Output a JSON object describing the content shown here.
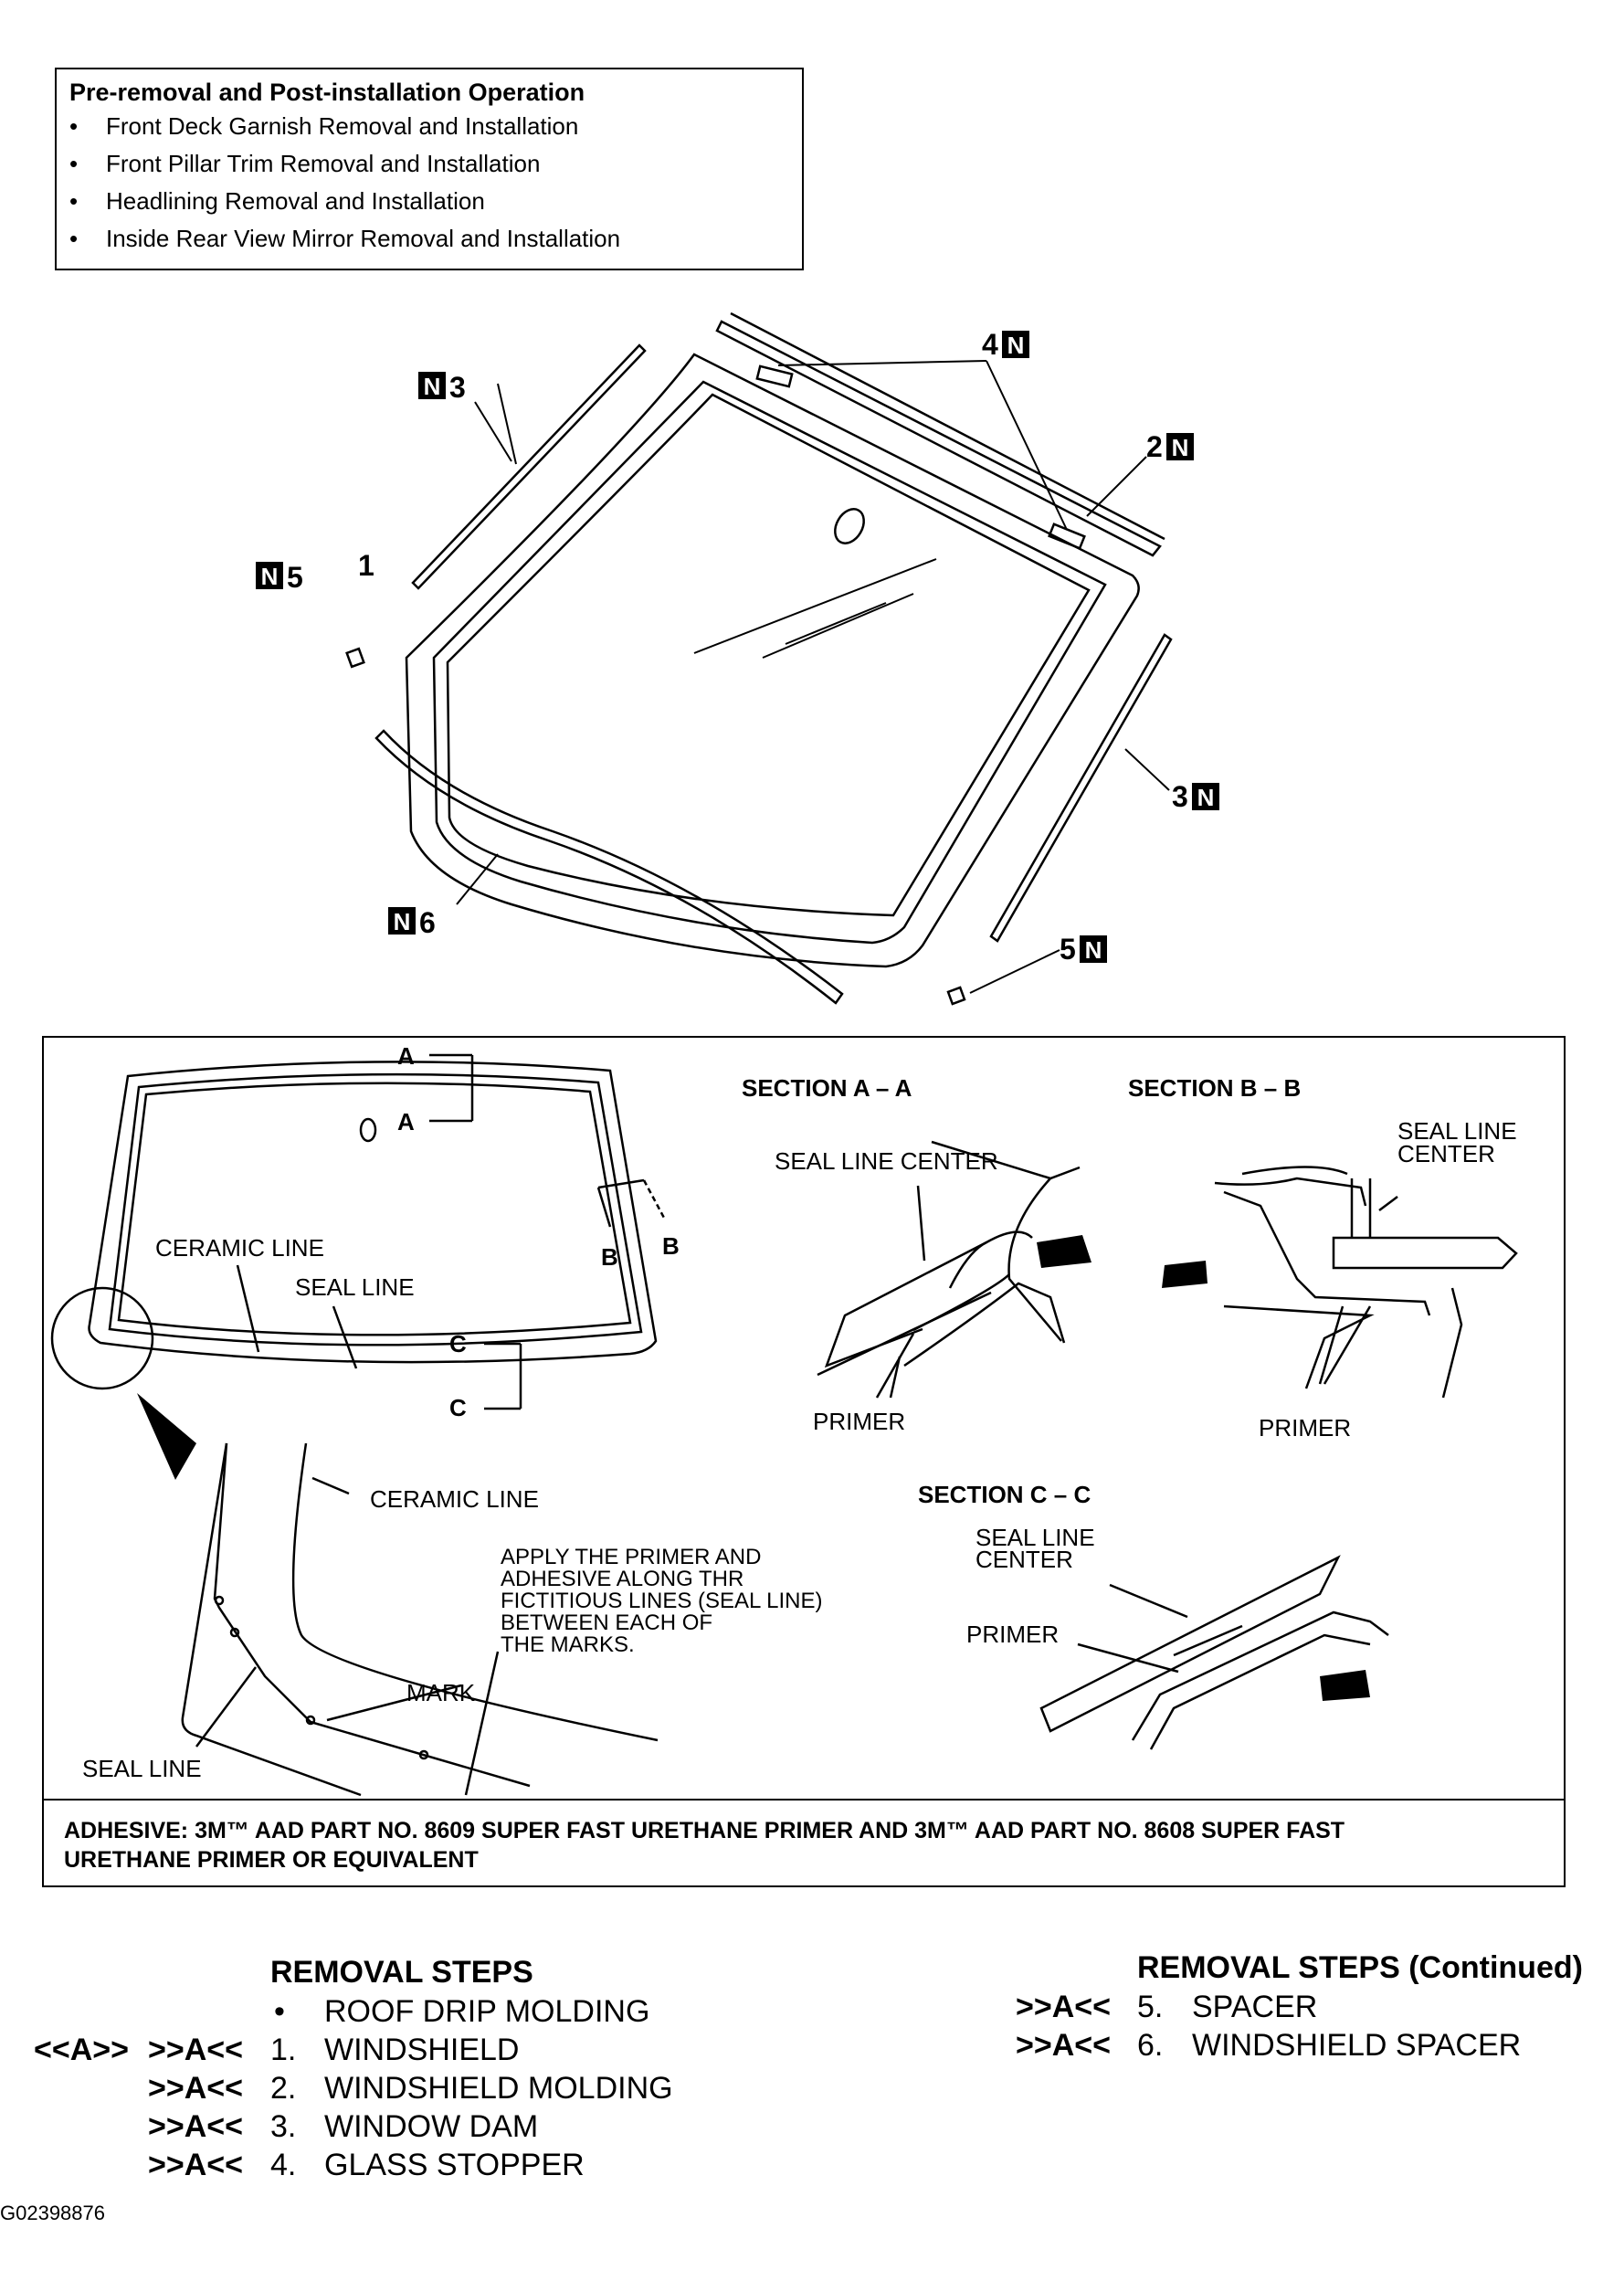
{
  "pre_removal": {
    "title": "Pre-removal and Post-installation Operation",
    "items": [
      "Front Deck Garnish Removal and Installation",
      "Front Pillar Trim Removal and Installation",
      "Headlining Removal and Installation",
      "Inside Rear View Mirror Removal and Installation"
    ]
  },
  "exploded_view": {
    "labels": {
      "part_1": "1",
      "part_2": "2",
      "part_3_left": "3",
      "part_3_right": "3",
      "part_4": "4",
      "part_5_left": "5",
      "part_5_right": "5",
      "part_6": "6",
      "new_part_mark": "N"
    }
  },
  "detail_panel": {
    "section_a": "SECTION A – A",
    "section_b": "SECTION B – B",
    "section_c": "SECTION C – C",
    "letter_a": "A",
    "letter_b": "B",
    "letter_c": "C",
    "ceramic_line": "CERAMIC LINE",
    "seal_line": "SEAL LINE",
    "seal_line_center": "SEAL LINE CENTER",
    "seal_line_center_l1": "SEAL LINE",
    "seal_line_center_l2": "CENTER",
    "primer": "PRIMER",
    "mark": "MARK",
    "instruction": [
      "APPLY THE PRIMER AND",
      "ADHESIVE ALONG THR",
      "FICTITIOUS LINES (SEAL LINE)",
      "BETWEEN EACH OF",
      "THE MARKS."
    ],
    "adhesive_note_line1": "ADHESIVE: 3M™ AAD PART NO. 8609 SUPER FAST URETHANE PRIMER AND 3M™ AAD PART NO. 8608 SUPER FAST",
    "adhesive_note_line2": "URETHANE PRIMER OR EQUIVALENT"
  },
  "removal_steps": {
    "title": "REMOVAL STEPS",
    "title_continued": "REMOVAL STEPS (Continued)",
    "items": [
      {
        "pre": "",
        "tag": "",
        "num": "•",
        "name": "ROOF DRIP MOLDING"
      },
      {
        "pre": "<<A>>",
        "tag": ">>A<<",
        "num": "1.",
        "name": "WINDSHIELD"
      },
      {
        "pre": "",
        "tag": ">>A<<",
        "num": "2.",
        "name": "WINDSHIELD MOLDING"
      },
      {
        "pre": "",
        "tag": ">>A<<",
        "num": "3.",
        "name": "WINDOW DAM"
      },
      {
        "pre": "",
        "tag": ">>A<<",
        "num": "4.",
        "name": "GLASS STOPPER"
      },
      {
        "pre": "",
        "tag": ">>A<<",
        "num": "5.",
        "name": "SPACER"
      },
      {
        "pre": "",
        "tag": ">>A<<",
        "num": "6.",
        "name": "WINDSHIELD SPACER"
      }
    ]
  },
  "figure_id": "G02398876"
}
